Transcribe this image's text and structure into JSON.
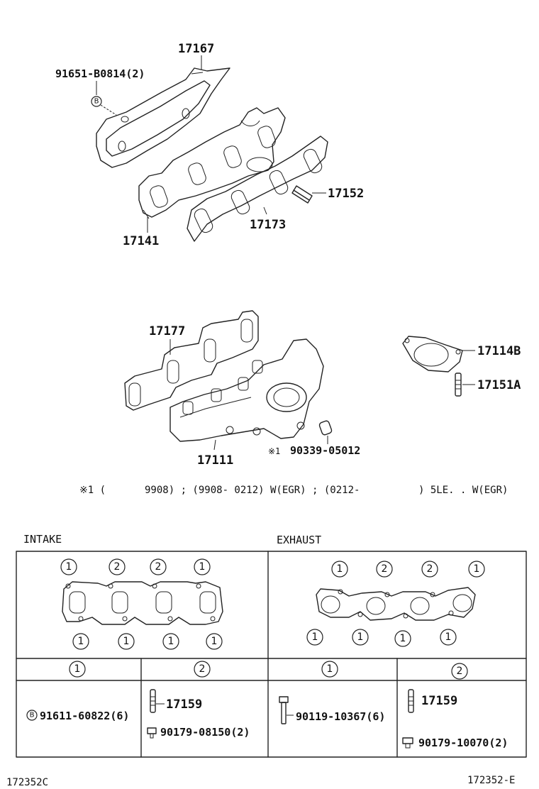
{
  "parts": {
    "heat_insulator": "17167",
    "bolt_insulator": "91651-B0814(2)",
    "intake_manifold": "17141",
    "intake_gasket": "17173",
    "stud_intake": "17152",
    "exhaust_gasket": "17177",
    "exhaust_manifold": "17111",
    "outlet_gasket": "17114B",
    "stud_outlet": "17151A",
    "pin": "90339-05012"
  },
  "marks": {
    "b_mark": "B",
    "asterisk1": "※1",
    "footnote_mark": "※1 (",
    "footnote_body": "9908) ; (9908- 0212) W(EGR) ; (0212-",
    "footnote_end": ") 5LE. . W(EGR)"
  },
  "table": {
    "intake_label": "INTAKE",
    "exhaust_label": "EXHAUST",
    "col_1": "1",
    "col_2": "2",
    "intake_1_part": "91611-60822(6)",
    "intake_2_stud": "17159",
    "intake_2_nut": "90179-08150(2)",
    "exhaust_1_part": "90119-10367(6)",
    "exhaust_2_stud": "17159",
    "exhaust_2_nut": "90179-10070(2)"
  },
  "codes": {
    "left": "172352C",
    "right": "172352-E"
  }
}
